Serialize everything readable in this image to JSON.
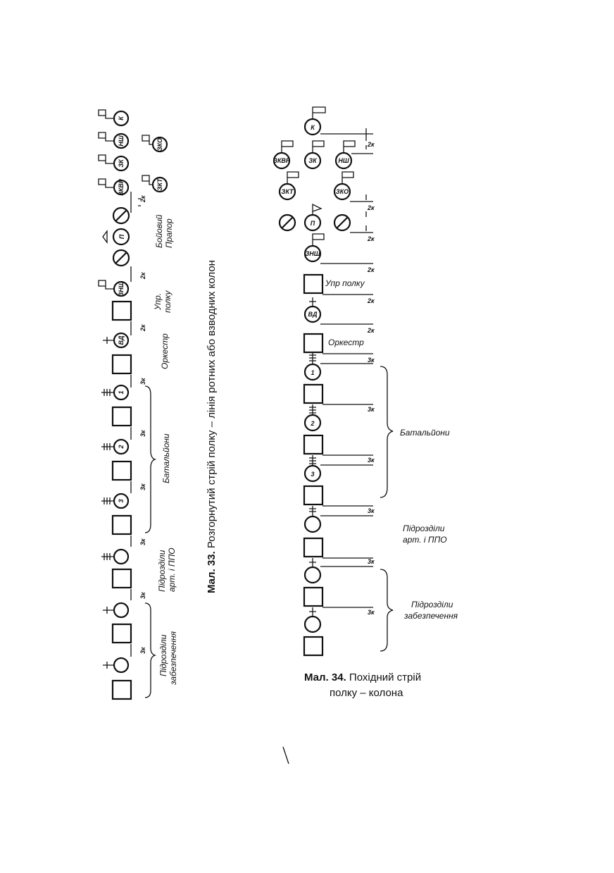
{
  "fig33": {
    "caption_num": "Мал. 33.",
    "caption_text": "Розгорнутий стрій полку – лінія ротних або взводних колон",
    "command": [
      "К",
      "НШ",
      "ЗК",
      "ЗКВР"
    ],
    "command2": [
      "ЗКО",
      "ЗКТ"
    ],
    "flag_label": "П",
    "nsh2": "ЗНШ",
    "vd": "ВД",
    "battalions": [
      "1",
      "2",
      "3"
    ],
    "gap_2k": "2к",
    "gap_3k": "3к",
    "labels": {
      "banner": [
        "Бойовий",
        "Прапор"
      ],
      "control": [
        "Упр.",
        "полку"
      ],
      "band": "Оркестр",
      "battalions": "Батальйони",
      "artillery": [
        "Підрозділи",
        "арт. і ППО"
      ],
      "support": [
        "Підрозділи",
        "забезпечення"
      ]
    }
  },
  "fig34": {
    "caption_num": "Мал. 34.",
    "caption_line1": "Похідний стрій",
    "caption_line2": "полку – колона",
    "command_top": "К",
    "command_row": [
      "ЗКВР",
      "ЗК",
      "НШ"
    ],
    "command_row2": [
      "ЗКТ",
      "ЗКО"
    ],
    "flag_label": "П",
    "nsh2": "ЗНШ",
    "control": "Упр  полку",
    "vd": "ВД",
    "band": "Оркестр",
    "battalions": [
      "1",
      "2",
      "3"
    ],
    "gap_2k": "2к",
    "gap_3k": "3к",
    "labels": {
      "battalions": "Батальйони",
      "artillery": [
        "Підрозділи",
        "арт. і ППО"
      ],
      "support": [
        "Підрозділи",
        "забезпечення"
      ]
    }
  }
}
